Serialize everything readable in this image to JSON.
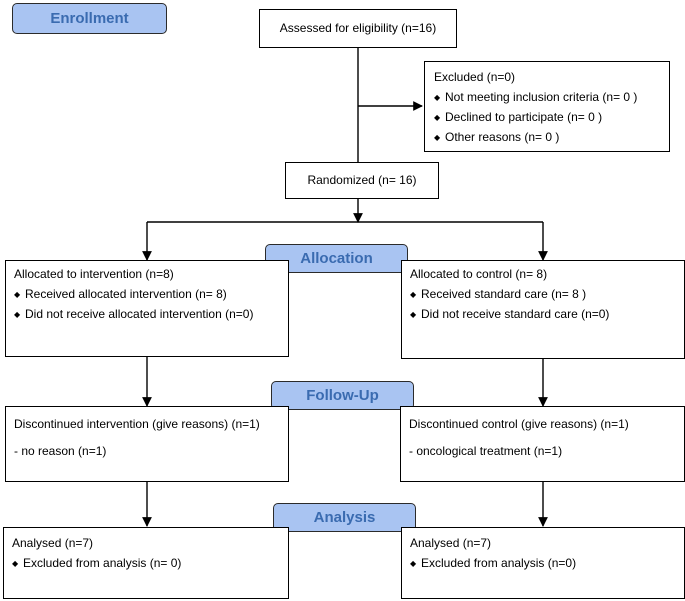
{
  "phases": {
    "enrollment": "Enrollment",
    "allocation": "Allocation",
    "followup": "Follow-Up",
    "analysis": "Analysis"
  },
  "assessed": "Assessed for eligibility (n=16)",
  "excluded": {
    "title": "Excluded (n=0)",
    "items": [
      "Not meeting inclusion criteria (n= 0 )",
      "Declined to participate (n= 0 )",
      "Other reasons (n= 0 )"
    ]
  },
  "randomized": "Randomized (n= 16)",
  "intervention_arm": {
    "allocation": {
      "title": "Allocated to intervention (n=8)",
      "items": [
        "Received allocated intervention (n=  8)",
        "Did not receive allocated intervention (n=0)"
      ]
    },
    "followup": {
      "title": "Discontinued intervention (give reasons) (n=1)",
      "reason": "- no reason (n=1)"
    },
    "analysis": {
      "title": "Analysed (n=7)",
      "items": [
        "Excluded from analysis (n= 0)"
      ]
    }
  },
  "control_arm": {
    "allocation": {
      "title": "Allocated to control (n= 8)",
      "items": [
        "Received standard care (n= 8 )",
        "Did not receive standard care  (n=0)"
      ]
    },
    "followup": {
      "title": "Discontinued control (give reasons) (n=1)",
      "reason": "- oncological treatment (n=1)"
    },
    "analysis": {
      "title": "Analysed (n=7)",
      "items": [
        "Excluded from analysis (n=0)"
      ]
    }
  }
}
